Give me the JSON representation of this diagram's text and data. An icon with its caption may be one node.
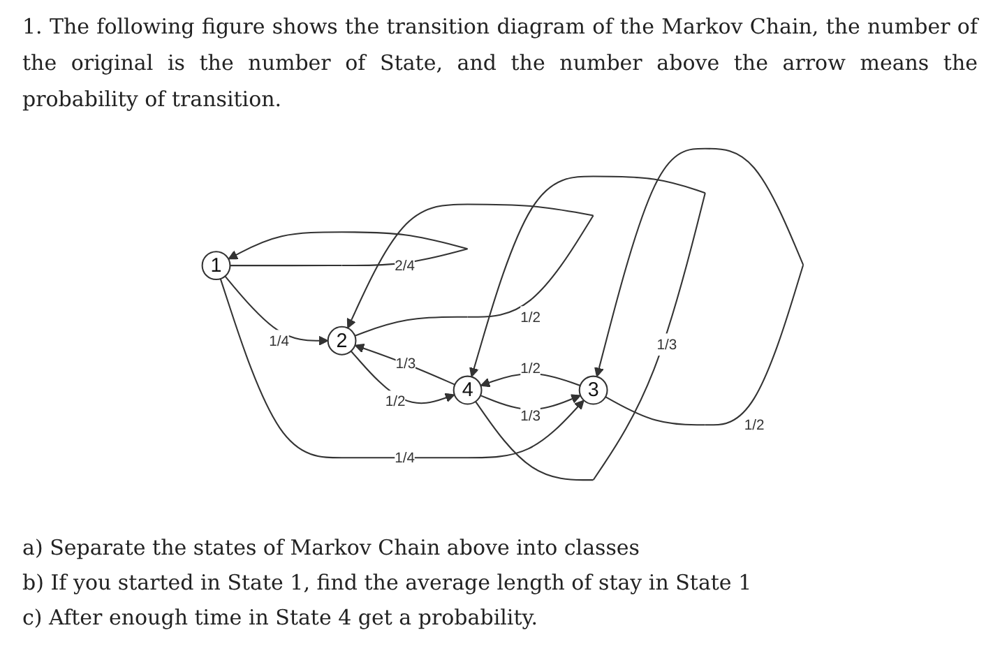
{
  "diagram": {
    "nodes": [
      {
        "text": [
          "1"
        ]
      },
      {
        "text": [
          "2"
        ]
      },
      {
        "text": [
          "3"
        ]
      },
      {
        "text": [
          "4"
        ]
      }
    ],
    "edges": [
      {
        "from": 0,
        "to": 0,
        "arrow": "to",
        "label": "2/4"
      },
      {
        "from": 0,
        "to": 1,
        "arrow": "to",
        "label": "1/4"
      },
      {
        "from": 0,
        "to": 2,
        "arrow": "to",
        "label": "1/4"
      },
      {
        "from": 1,
        "to": 1,
        "arrow": "to",
        "label": "1/2"
      },
      {
        "from": 1,
        "to": 3,
        "arrow": "to",
        "label": "1/2"
      },
      {
        "from": 2,
        "to": 3,
        "arrow": "to",
        "label": "1/2"
      },
      {
        "from": 2,
        "to": 2,
        "arrow": "to",
        "label": "1/2"
      },
      {
        "from": 3,
        "to": 1,
        "arrow": "to",
        "label": "1/3"
      },
      {
        "from": 3,
        "to": 2,
        "arrow": "to",
        "label": "1/3"
      },
      {
        "from": 3,
        "to": 3,
        "arrow": "to",
        "label": "1/3"
      }
    ],
    "labels": [
      "1. The following figure shows the transition diagram of the Markov Chain, the number of the original is the number of State, and the number above the arrow means the probability of transition.",
      "a) Separate the states of Markov Chain above into classes",
      "b) If you started in State 1, find the average length of stay in State 1",
      "c) After enough time in State 4 get a probability."
    ]
  }
}
